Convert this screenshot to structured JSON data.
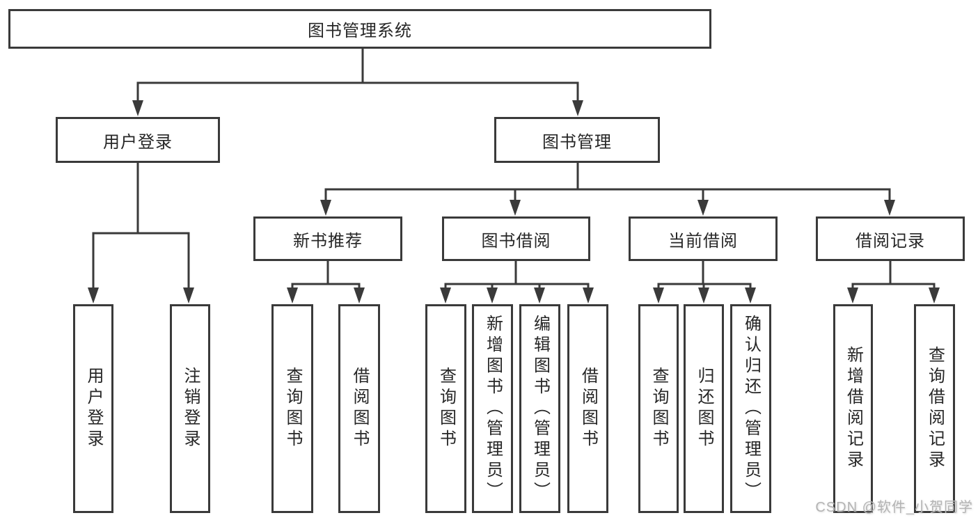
{
  "diagram": {
    "root": "图书管理系统",
    "branches": [
      {
        "label": "用户登录",
        "children": [
          "用户登录",
          "注销登录"
        ]
      },
      {
        "label": "图书管理",
        "sections": [
          {
            "label": "新书推荐",
            "children": [
              "查询图书",
              "借阅图书"
            ]
          },
          {
            "label": "图书借阅",
            "children": [
              "查询图书",
              "新增图书（管理员）",
              "编辑图书（管理员）",
              "借阅图书"
            ]
          },
          {
            "label": "当前借阅",
            "children": [
              "查询图书",
              "归还图书",
              "确认归还（管理员）"
            ]
          },
          {
            "label": "借阅记录",
            "children": [
              "新增借阅记录",
              "查询借阅记录"
            ]
          }
        ]
      }
    ]
  },
  "watermark": "CSDN @软件_小贺同学",
  "colors": {
    "stroke": "#3a3a3a",
    "text": "#262626",
    "watermark": "#b4b4b4",
    "background": "#ffffff"
  }
}
